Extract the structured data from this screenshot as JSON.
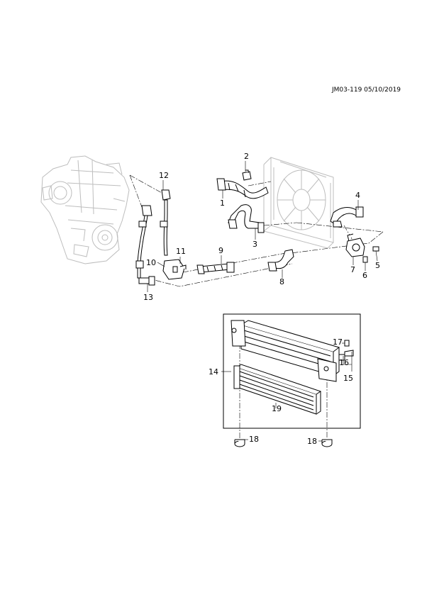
{
  "header": {
    "code": "JM03-119 05/10/2019"
  },
  "callouts": [
    {
      "id": "c1",
      "label": "1"
    },
    {
      "id": "c2",
      "label": "2"
    },
    {
      "id": "c3",
      "label": "3"
    },
    {
      "id": "c4",
      "label": "4"
    },
    {
      "id": "c5",
      "label": "5"
    },
    {
      "id": "c6",
      "label": "6"
    },
    {
      "id": "c7",
      "label": "7"
    },
    {
      "id": "c8",
      "label": "8"
    },
    {
      "id": "c9",
      "label": "9"
    },
    {
      "id": "c10",
      "label": "10"
    },
    {
      "id": "c11",
      "label": "11"
    },
    {
      "id": "c12",
      "label": "12"
    },
    {
      "id": "c13",
      "label": "13"
    },
    {
      "id": "c14",
      "label": "14"
    },
    {
      "id": "c15",
      "label": "15"
    },
    {
      "id": "c16",
      "label": "16"
    },
    {
      "id": "c17",
      "label": "17"
    },
    {
      "id": "c18a",
      "label": "18"
    },
    {
      "id": "c18b",
      "label": "18"
    },
    {
      "id": "c19",
      "label": "19"
    }
  ],
  "colors": {
    "line": "#000000",
    "ghost": "#bdbdbd",
    "bg": "#ffffff"
  }
}
